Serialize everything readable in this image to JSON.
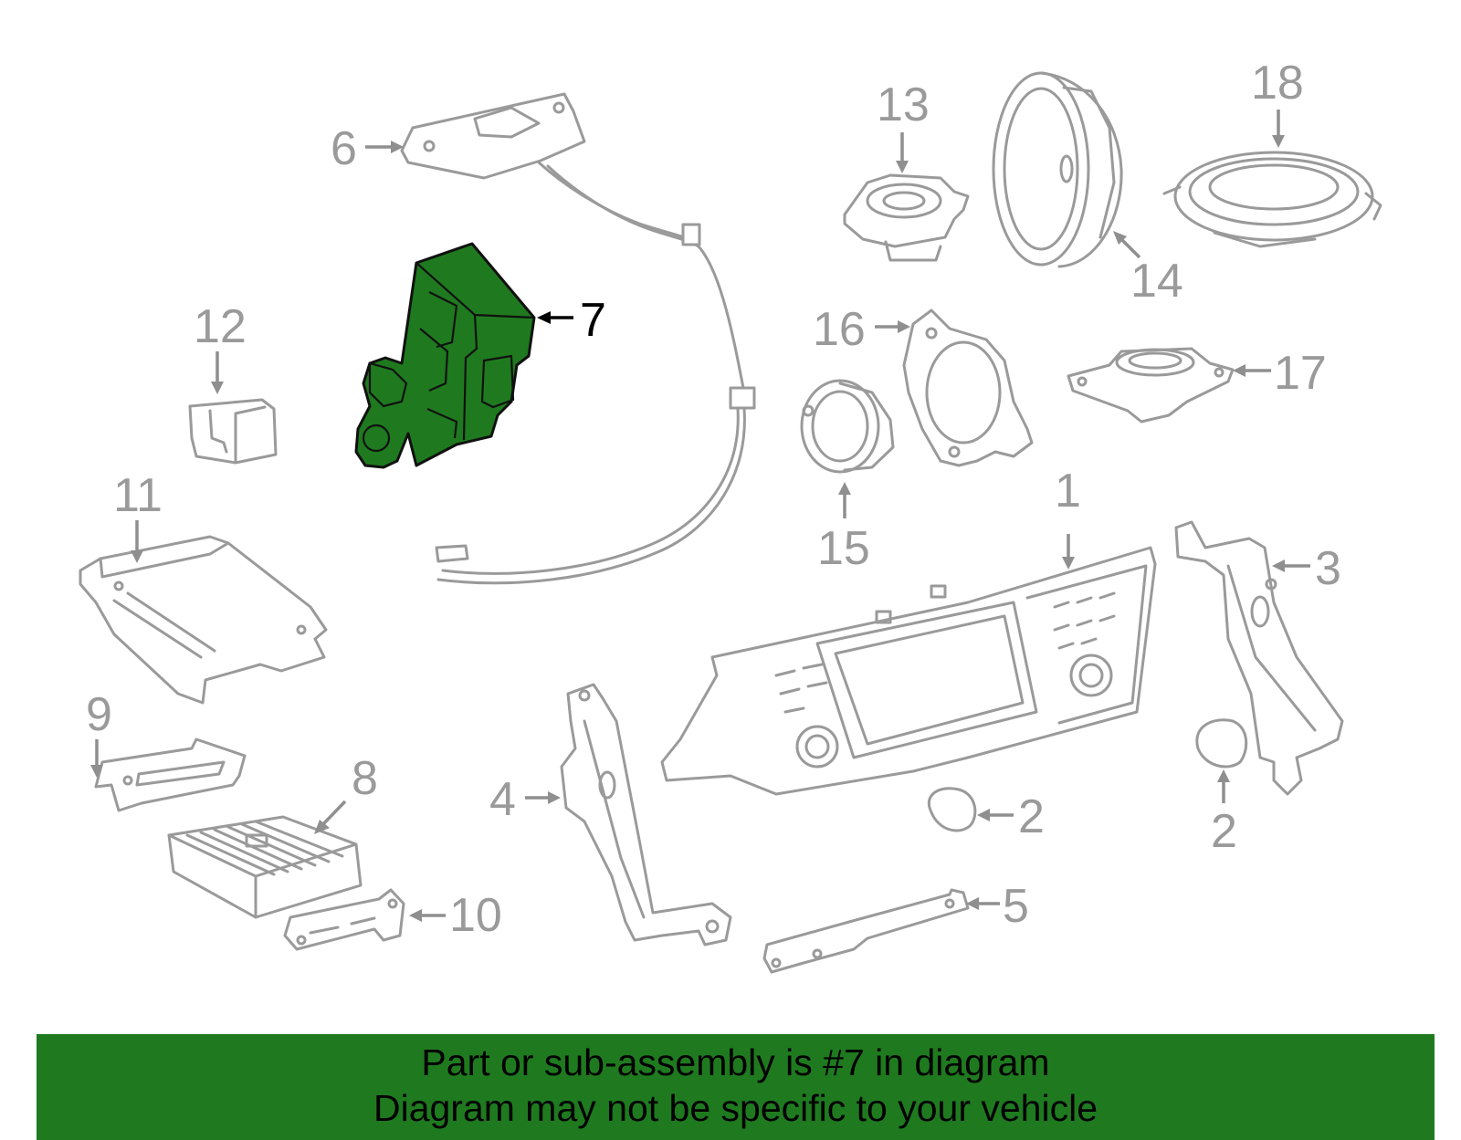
{
  "diagram": {
    "highlight_color": "#1f7a1f",
    "highlighted_part": "7",
    "callouts": {
      "c1": "1",
      "c2a": "2",
      "c2b": "2",
      "c3": "3",
      "c4": "4",
      "c5": "5",
      "c6": "6",
      "c7": "7",
      "c8": "8",
      "c9": "9",
      "c10": "10",
      "c11": "11",
      "c12": "12",
      "c13": "13",
      "c14": "14",
      "c15": "15",
      "c16": "16",
      "c17": "17",
      "c18": "18"
    }
  },
  "banner": {
    "color": "#1f7a1f",
    "line1": "Part or sub-assembly is #7 in diagram",
    "line2": "Diagram may not be specific to your vehicle"
  }
}
